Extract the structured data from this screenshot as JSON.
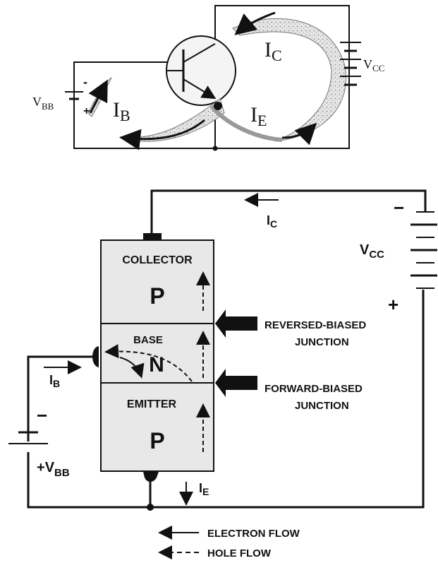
{
  "top_circuit": {
    "ic_label": "I",
    "ic_sub": "C",
    "ib_label": "I",
    "ib_sub": "B",
    "ie_label": "I",
    "ie_sub": "E",
    "vcc_label": "V",
    "vcc_sub": "CC",
    "vbb_label": "V",
    "vbb_sub": "BB",
    "vbb_minus": "-",
    "vbb_plus": "+"
  },
  "bottom_circuit": {
    "collector_label": "COLLECTOR",
    "collector_type": "P",
    "base_label": "BASE",
    "base_type": "N",
    "emitter_label": "EMITTER",
    "emitter_type": "P",
    "reverse_junction_line1": "REVERSED-BIASED",
    "reverse_junction_line2": "JUNCTION",
    "forward_junction_line1": "FORWARD-BIASED",
    "forward_junction_line2": "JUNCTION",
    "ic_label": "I",
    "ic_sub": "C",
    "ib_label": "I",
    "ib_sub": "B",
    "ie_label": "I",
    "ie_sub": "E",
    "vcc_label": "V",
    "vcc_sub": "CC",
    "vcc_minus": "−",
    "vcc_plus": "+",
    "vbb_label": "V",
    "vbb_sub": "BB",
    "vbb_minus": "−",
    "vbb_plus": "+"
  },
  "legend": {
    "electron_flow": "ELECTRON FLOW",
    "hole_flow": "HOLE FLOW"
  }
}
